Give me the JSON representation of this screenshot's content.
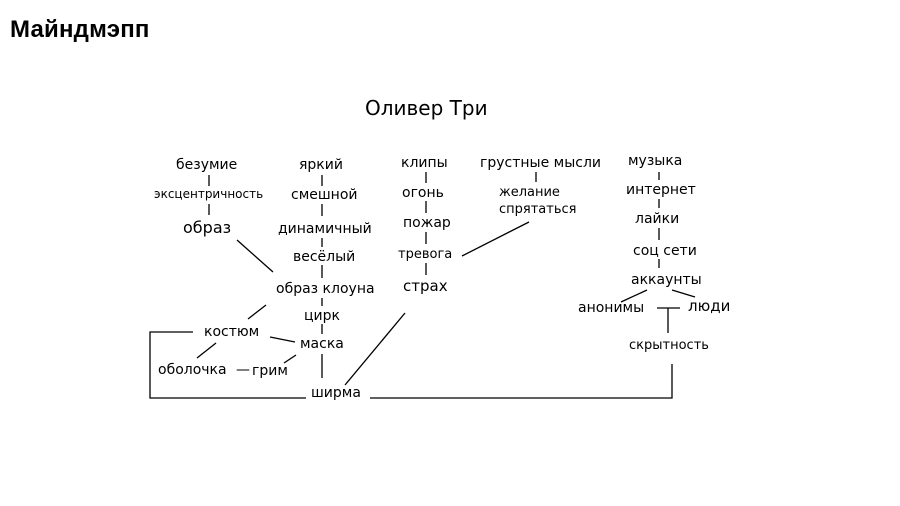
{
  "slide": {
    "title": "Майндмэпп"
  },
  "mindmap": {
    "center": "Оливер Три",
    "col1": {
      "madness": "безумие",
      "eccentricity": "эксцентричность",
      "image": "образ"
    },
    "col2": {
      "bright": "яркий",
      "funny": "смешной",
      "dynamic": "динамичный",
      "cheerful": "весёлый",
      "clown_image": "образ клоуна",
      "circus": "цирк",
      "mask": "маска"
    },
    "col3": {
      "clips": "клипы",
      "fire1": "огонь",
      "fire2": "пожар",
      "anxiety": "тревога",
      "fear": "страх"
    },
    "col4": {
      "sad_thoughts": "грустные мысли",
      "want_hide": "желание спрятаться"
    },
    "col5": {
      "music": "музыка",
      "internet": "интернет",
      "likes": "лайки",
      "social": "соц сети",
      "accounts": "аккаунты",
      "anonymous": "анонимы",
      "people": "люди",
      "secrecy": "скрытность"
    },
    "bottom": {
      "costume": "костюм",
      "shell": "оболочка",
      "dash": "—",
      "makeup": "грим",
      "screen": "ширма"
    }
  }
}
